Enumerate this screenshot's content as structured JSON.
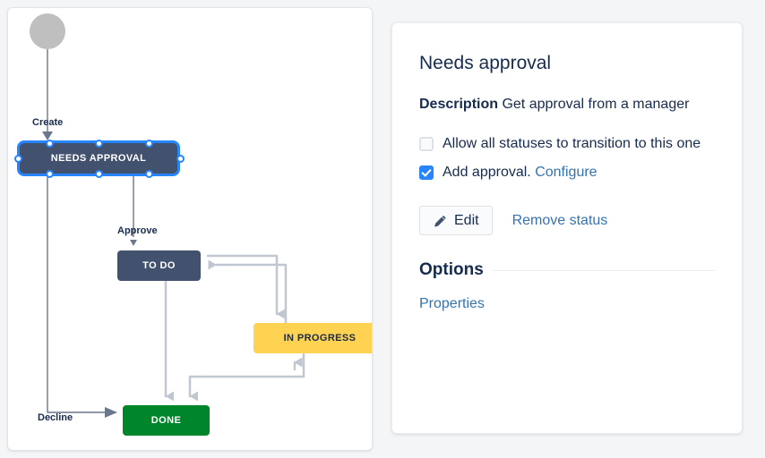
{
  "diagram": {
    "start_node": {
      "name": "start-circle",
      "color": "#bfbfbf"
    },
    "nodes": [
      {
        "id": "needs-approval",
        "label": "NEEDS APPROVAL",
        "bg": "#42526e",
        "fg": "#ffffff",
        "selected": true
      },
      {
        "id": "todo",
        "label": "TO DO",
        "bg": "#42526e",
        "fg": "#ffffff",
        "selected": false
      },
      {
        "id": "in-progress",
        "label": "IN PROGRESS",
        "bg": "#ffd351",
        "fg": "#172b4d",
        "selected": false
      },
      {
        "id": "done",
        "label": "DONE",
        "bg": "#00852b",
        "fg": "#ffffff",
        "selected": false
      }
    ],
    "transitions": [
      {
        "id": "create",
        "label": "Create",
        "from": "start",
        "to": "needs-approval"
      },
      {
        "id": "approve",
        "label": "Approve",
        "from": "needs-approval",
        "to": "todo"
      },
      {
        "id": "decline",
        "label": "Decline",
        "from": "needs-approval",
        "to": "done"
      },
      {
        "id": "t-ip-to-todo",
        "label": "",
        "from": "in-progress",
        "to": "todo"
      },
      {
        "id": "t-todo-to-ip",
        "label": "",
        "from": "todo",
        "to": "in-progress"
      },
      {
        "id": "t-todo-to-done",
        "label": "",
        "from": "todo",
        "to": "done"
      },
      {
        "id": "t-ip-to-done",
        "label": "",
        "from": "in-progress",
        "to": "done"
      }
    ],
    "selection_handle_color": "#2684ff",
    "connector_color": "#c1c7d0"
  },
  "panel": {
    "title": "Needs approval",
    "description_label": "Description",
    "description_text": " Get approval from a manager",
    "checkboxes": [
      {
        "id": "allow-all-statuses",
        "label": "Allow all statuses to transition to this one",
        "checked": false
      },
      {
        "id": "add-approval",
        "label": "Add approval.",
        "checked": true,
        "link_label": "Configure"
      }
    ],
    "edit_button_label": "Edit",
    "edit_button_icon": "pencil-icon",
    "remove_status_label": "Remove status",
    "options_title": "Options",
    "properties_label": "Properties",
    "accent_link_color": "#3572b0",
    "accent_checked_color": "#2684ff"
  }
}
